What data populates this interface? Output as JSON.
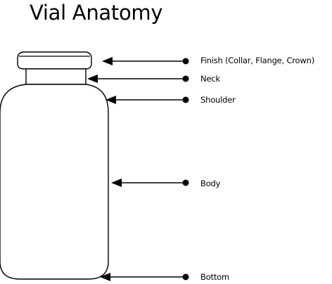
{
  "title": "Vial Anatomy",
  "labels": {
    "finish": "Finish (Collar, Flange, Crown)",
    "neck": "Neck",
    "shoulder": "Shoulder",
    "body": "Body",
    "bottom": "Bottom"
  },
  "colors": {
    "stroke": "#000000",
    "background": "#ffffff"
  }
}
